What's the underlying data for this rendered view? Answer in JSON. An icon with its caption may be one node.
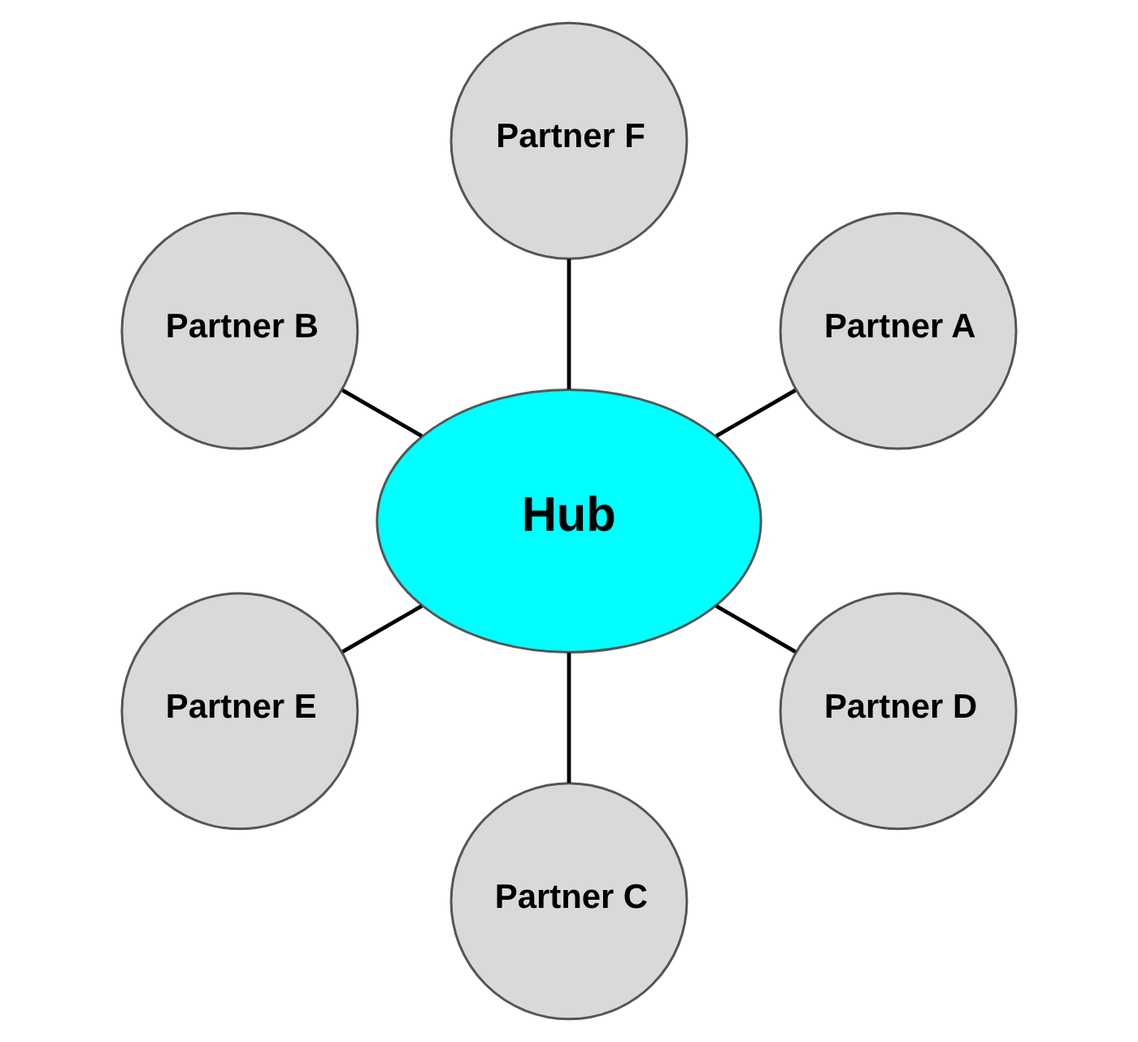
{
  "diagram": {
    "nodes": [
      {
        "text": [
          "Partner A"
        ]
      },
      {
        "text": [
          "Partner F"
        ]
      },
      {
        "text": [
          "Partner B"
        ]
      },
      {
        "text": [
          "Hub"
        ]
      },
      {
        "text": [
          "Partner E"
        ]
      },
      {
        "text": [
          "Partner C"
        ]
      },
      {
        "text": [
          "Partner D"
        ]
      }
    ],
    "edges": [
      {
        "from": 3,
        "to": 0,
        "arrow": "none"
      },
      {
        "from": 3,
        "to": 2,
        "arrow": "none"
      },
      {
        "from": 3,
        "to": 5,
        "arrow": "none"
      },
      {
        "from": 3,
        "to": 6,
        "arrow": "none"
      },
      {
        "from": 3,
        "to": 4,
        "arrow": "none"
      },
      {
        "from": 3,
        "to": 1,
        "arrow": "none"
      }
    ]
  }
}
